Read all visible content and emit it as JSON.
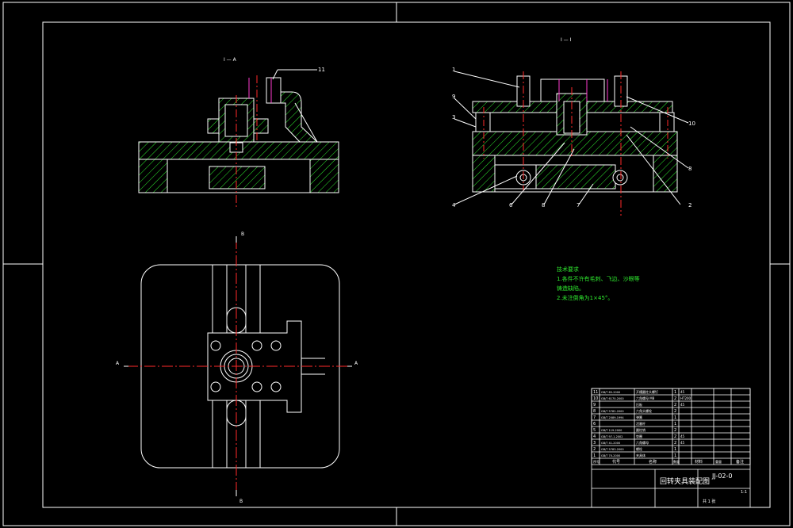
{
  "views": {
    "left_section_label": "I — A",
    "right_section_label": "I — I",
    "callout_left": "11",
    "callouts_right": [
      "1",
      "9",
      "3",
      "10",
      "4",
      "6",
      "8",
      "7",
      "2",
      "8"
    ],
    "plan_marks": {
      "top": "B",
      "bottom": "B",
      "left": "A",
      "right": "A"
    }
  },
  "notes": {
    "heading": "技术要求",
    "lines": [
      "1.各件不许有毛刺、飞边、沙眼等",
      "铸造缺陷。",
      "2.未注倒角为1×45°。"
    ]
  },
  "title_block": {
    "parts": [
      {
        "no": "11",
        "code": "GB/T 65-2000",
        "name": "开槽圆柱头螺钉",
        "qty": "1",
        "mat": "45"
      },
      {
        "no": "10",
        "code": "GB/T 6170-2000",
        "name": "六角螺母 M8",
        "qty": "2",
        "mat": "HT200"
      },
      {
        "no": "9",
        "code": "",
        "name": "压板",
        "qty": "2",
        "mat": "45"
      },
      {
        "no": "8",
        "code": "GB/T 5782-2000",
        "name": "六角头螺栓",
        "qty": "2",
        "mat": ""
      },
      {
        "no": "7",
        "code": "GB/T 2089-1994",
        "name": "弹簧",
        "qty": "1",
        "mat": ""
      },
      {
        "no": "6",
        "code": "",
        "name": "活塞杆",
        "qty": "1",
        "mat": ""
      },
      {
        "no": "5",
        "code": "GB/T 119-2000",
        "name": "圆柱销",
        "qty": "2",
        "mat": ""
      },
      {
        "no": "4",
        "code": "GB/T 97.1-2002",
        "name": "垫圈",
        "qty": "2",
        "mat": "45"
      },
      {
        "no": "3",
        "code": "GB/T 41-2000",
        "name": "六角螺母",
        "qty": "2",
        "mat": "45"
      },
      {
        "no": "2",
        "code": "GB/T 5783-2000",
        "name": "螺栓",
        "qty": "1",
        "mat": ""
      },
      {
        "no": "1",
        "code": "GB/T 70-2000",
        "name": "夹具体",
        "qty": "1",
        "mat": ""
      }
    ],
    "header": {
      "no": "序号",
      "code": "代号",
      "name": "名称",
      "qty": "数量",
      "mat": "材料",
      "weight": "重量",
      "remark": "备注"
    },
    "drawing_no": "JJ-02-0",
    "title": "回转夹具装配图",
    "scale": "1:1",
    "sheet": "共 1 张"
  }
}
